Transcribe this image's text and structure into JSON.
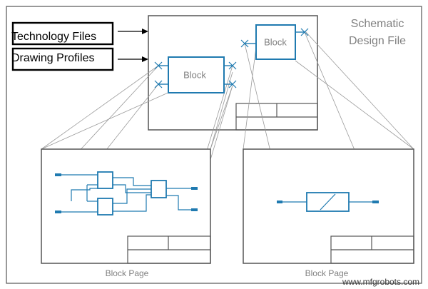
{
  "labels": {
    "technology_files": "Technology Files",
    "drawing_profiles": "Drawing Profiles",
    "schematic_line1": "Schematic",
    "schematic_line2": "Design File",
    "block": "Block",
    "block_page": "Block Page",
    "watermark": "www.mfgrobots.com"
  },
  "colors": {
    "frame": "#4a4a4a",
    "wire": "#1f7ab0",
    "connector": "#1f7ab0",
    "text_gray": "#7a7a7a"
  }
}
